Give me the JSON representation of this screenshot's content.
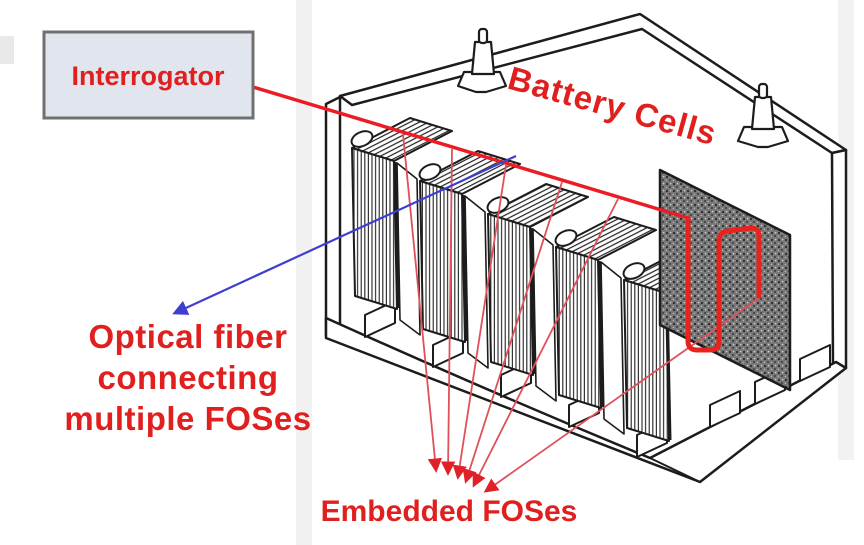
{
  "figure": {
    "type": "battery-fiber-optic-sensing-diagram",
    "description": "Cutaway line drawing of a battery with embedded fiber-optic sensors",
    "embedded_fos_arrow_count": 6
  },
  "labels": {
    "interrogator": "Interrogator",
    "battery_cells": "Battery Cells",
    "optical_fiber_lines": [
      "Optical fiber",
      "connecting",
      "multiple FOSes"
    ],
    "embedded_foses": "Embedded FOSes"
  },
  "colors": {
    "annotation_red": "#e01f1f",
    "fiber_red": "#ec1c24",
    "serpentine_red": "#e8231d",
    "thin_arrow_red": "#e0505a",
    "pointer_blue": "#3e3ed0",
    "interrogator_box_fill": "#e1e6ee",
    "interrogator_box_border": "#707070",
    "line_art": "#1c1c1c",
    "dark_cell_face": "#787878"
  }
}
